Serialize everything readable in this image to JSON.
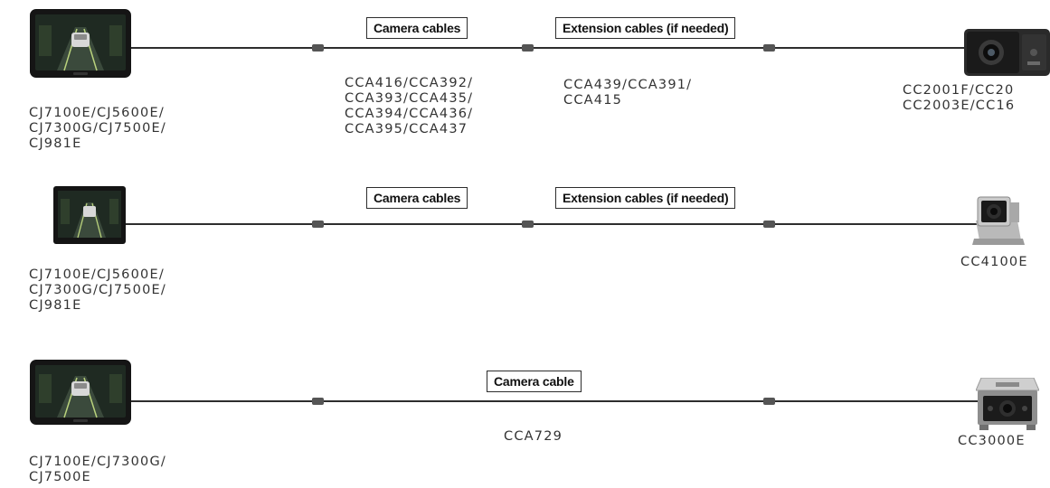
{
  "rows": [
    {
      "monitor_label": "CJ7100E/CJ5600E/\nCJ7300G/CJ7500E/\nCJ981E",
      "cable_box": "Camera cables",
      "cable_models": "CCA416/CCA392/\nCCA393/CCA435/\nCCA394/CCA436/\nCCA395/CCA437",
      "ext_box": "Extension cables (if needed)",
      "ext_models": "CCA439/CCA391/\nCCA415",
      "camera_label": "CC2001F/CC20\nCC2003E/CC16"
    },
    {
      "monitor_label": "CJ7100E/CJ5600E/\nCJ7300G/CJ7500E/\nCJ981E",
      "cable_box": "Camera cables",
      "ext_box": "Extension cables (if needed)",
      "camera_label": "CC4100E"
    },
    {
      "monitor_label": "CJ7100E/CJ7300G/\nCJ7500E",
      "cable_box": "Camera cable",
      "cable_models": "CCA729",
      "camera_label": "CC3000E"
    }
  ],
  "icons": {
    "monitor": "monitor-display-icon",
    "camera_box": "box-camera-icon",
    "camera_bracket": "bracket-camera-icon",
    "camera_hood": "hood-camera-icon"
  },
  "colors": {
    "line": "#2d2d2d",
    "connector": "#555555",
    "text": "#333333"
  }
}
